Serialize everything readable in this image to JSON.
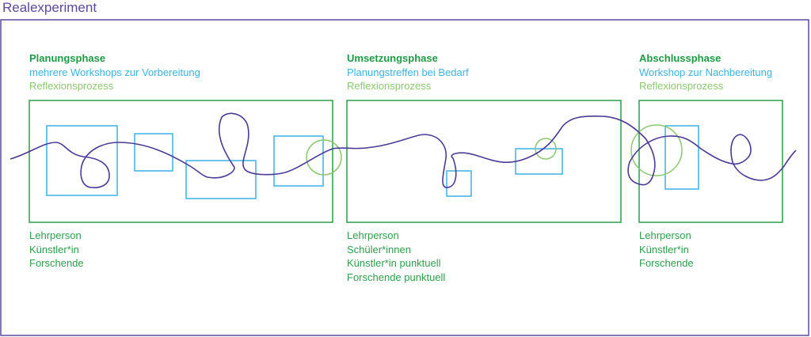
{
  "title": "Realexperiment",
  "colors": {
    "frame": "#5b4a9e",
    "phase": "#2a9d48",
    "workshop": "#3bb3e6",
    "reflection": "#8cc870",
    "path": "#4b3a96"
  },
  "phases": [
    {
      "name": "Planungsphase",
      "activity": "mehrere Workshops zur Vorbereitung",
      "reflection": "Reflexionsprozess",
      "participants": [
        "Lehrperson",
        "Künstler*in",
        "Forschende"
      ]
    },
    {
      "name": "Umsetzungsphase",
      "activity": "Planungstreffen bei Bedarf",
      "reflection": "Reflexionsprozess",
      "participants": [
        "Lehrperson",
        "Schüler*innen",
        "Künstler*in punktuell",
        "Forschende punktuell"
      ]
    },
    {
      "name": "Abschlussphase",
      "activity": "Workshop zur Nachbereitung",
      "reflection": "Reflexionsprozess",
      "participants": [
        "Lehrperson",
        "Künstler*in",
        "Forschende"
      ]
    }
  ]
}
